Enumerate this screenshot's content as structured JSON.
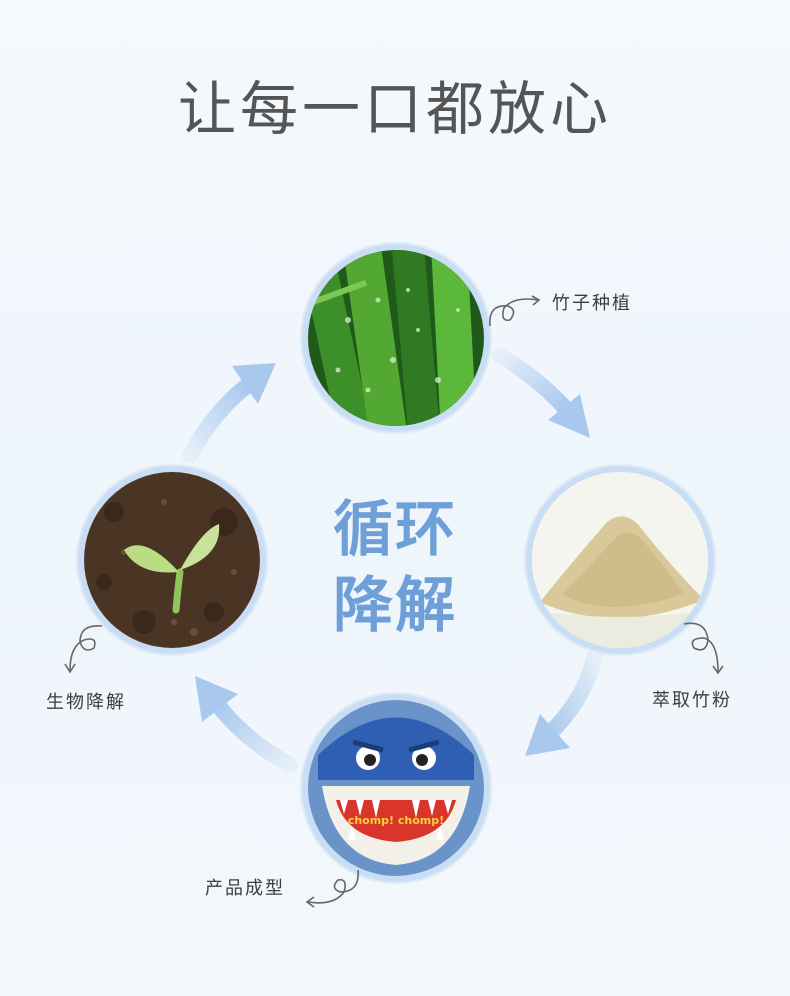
{
  "title": "让每一口都放心",
  "center": {
    "line1": "循环",
    "line2": "降解"
  },
  "steps": [
    {
      "label": "竹子种植",
      "icon": "bamboo-image"
    },
    {
      "label": "萃取竹粉",
      "icon": "bamboo-powder-image"
    },
    {
      "label": "产品成型",
      "icon": "kids-plate-image"
    },
    {
      "label": "生物降解",
      "icon": "sprout-image"
    }
  ],
  "plate_text": "chomp! chomp!",
  "colors": {
    "arrow": "#a9c8ee",
    "center_text": "#6f9fd9",
    "ring": "#c9def4"
  }
}
